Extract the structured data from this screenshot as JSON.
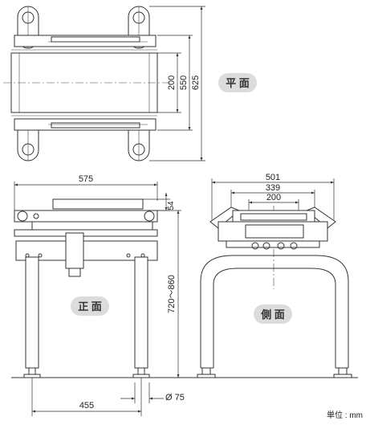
{
  "views": {
    "plan": {
      "label": "平 面"
    },
    "front": {
      "label": "正 面"
    },
    "side": {
      "label": "側 面"
    }
  },
  "dimensions": {
    "plan_200": "200",
    "plan_550": "550",
    "plan_625": "625",
    "front_575": "575",
    "front_54": "54",
    "front_height": "720～860",
    "front_455": "455",
    "front_diameter": "Ø 75",
    "side_501": "501",
    "side_339": "339",
    "side_200": "200"
  },
  "unit_note": "単位 : mm"
}
